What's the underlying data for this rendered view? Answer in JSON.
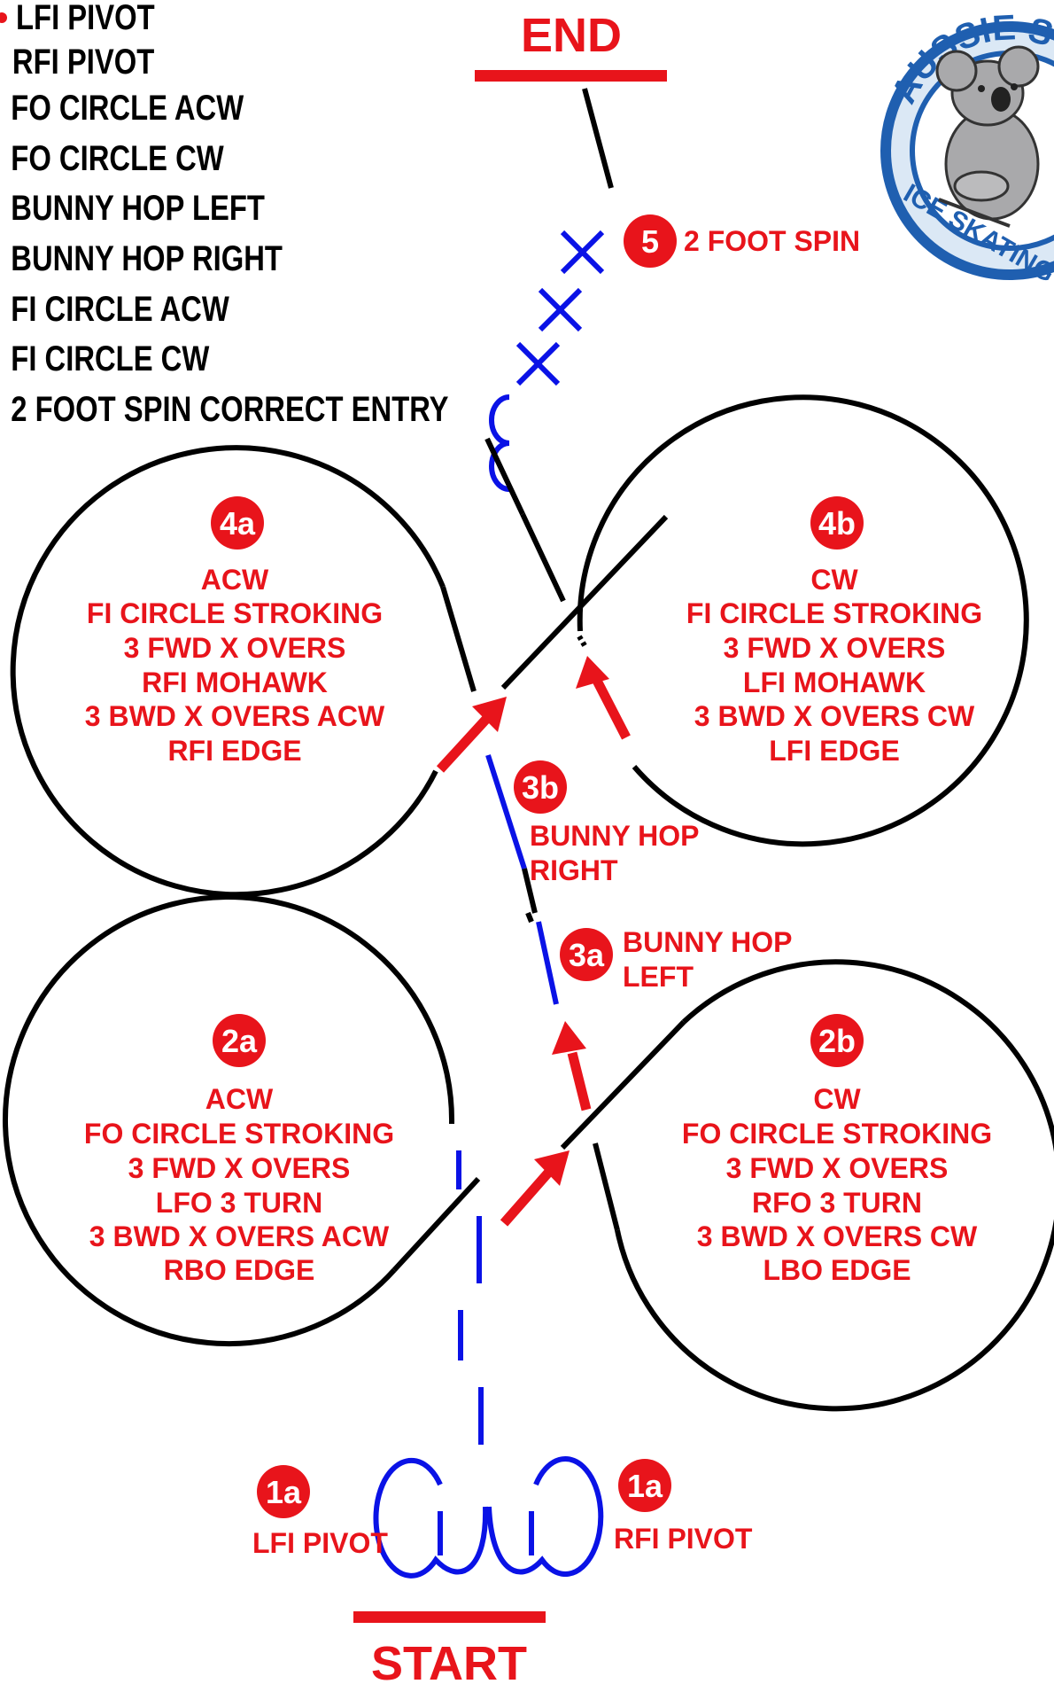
{
  "legend_list": [
    "LFI PIVOT",
    "RFI PIVOT",
    "FO CIRCLE ACW",
    "FO CIRCLE CW",
    "BUNNY HOP LEFT",
    "BUNNY HOP RIGHT",
    "FI CIRCLE ACW",
    "FI CIRCLE CW",
    "2 FOOT SPIN CORRECT ENTRY"
  ],
  "end_label": "END",
  "start_label": "START",
  "logo": {
    "top_text": "AUSSIE S",
    "bottom_text": "ICE SKATING AUS"
  },
  "step5": {
    "badge": "5",
    "label": "2 FOOT SPIN"
  },
  "circle_4a": {
    "badge": "4a",
    "lines": [
      "ACW",
      "FI CIRCLE STROKING",
      "3 FWD X OVERS",
      "RFI MOHAWK",
      "3 BWD X OVERS ACW",
      "RFI EDGE"
    ]
  },
  "circle_4b": {
    "badge": "4b",
    "lines": [
      "CW",
      "FI CIRCLE STROKING",
      "3 FWD X OVERS",
      "LFI MOHAWK",
      "3 BWD X OVERS CW",
      "LFI EDGE"
    ]
  },
  "circle_2a": {
    "badge": "2a",
    "lines": [
      "ACW",
      "FO CIRCLE STROKING",
      "3 FWD X OVERS",
      "LFO 3 TURN",
      "3 BWD X OVERS ACW",
      "RBO EDGE"
    ]
  },
  "circle_2b": {
    "badge": "2b",
    "lines": [
      "CW",
      "FO CIRCLE STROKING",
      "3 FWD X OVERS",
      "RFO 3 TURN",
      "3 BWD X OVERS CW",
      "LBO EDGE"
    ]
  },
  "step3b": {
    "badge": "3b",
    "line1": "BUNNY HOP",
    "line2": "RIGHT"
  },
  "step3a": {
    "badge": "3a",
    "line1": "BUNNY HOP",
    "line2": "LEFT"
  },
  "step1a_left": {
    "badge": "1a",
    "label": "LFI PIVOT"
  },
  "step1a_right": {
    "badge": "1a",
    "label": "RFI PIVOT"
  },
  "colors": {
    "red": "#e8141b",
    "blue": "#0a12e6",
    "black": "#000000",
    "logo_blue": "#1f5fb0"
  }
}
